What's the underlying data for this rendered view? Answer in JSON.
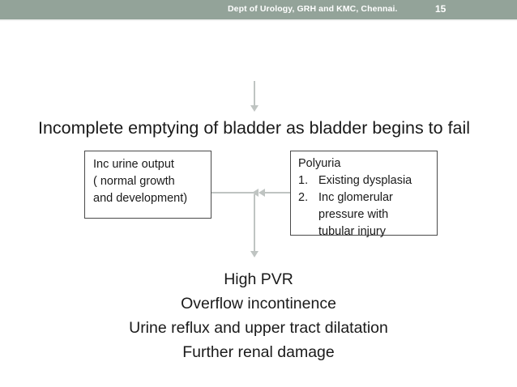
{
  "header": {
    "title": "Dept of Urology, GRH and KMC, Chennai.",
    "page_number": "15",
    "bar_color": "#93a399",
    "text_color": "#ffffff"
  },
  "slide": {
    "title": "Incomplete emptying of bladder as bladder begins to fail",
    "connector_color": "#bfc4c2",
    "box_border_color": "#4a4a4a"
  },
  "boxes": {
    "left": {
      "lines": [
        "Inc urine output",
        "( normal growth",
        "and development)"
      ]
    },
    "right": {
      "heading": "Polyuria",
      "items": [
        {
          "marker": "1.",
          "text": "Existing dysplasia",
          "continuation": []
        },
        {
          "marker": "2.",
          "text": "Inc glomerular",
          "continuation": [
            "pressure with",
            "tubular injury"
          ]
        }
      ]
    }
  },
  "outcomes": {
    "lines": [
      "High PVR",
      "Overflow incontinence",
      "Urine reflux and upper tract dilatation",
      "Further renal damage"
    ]
  }
}
